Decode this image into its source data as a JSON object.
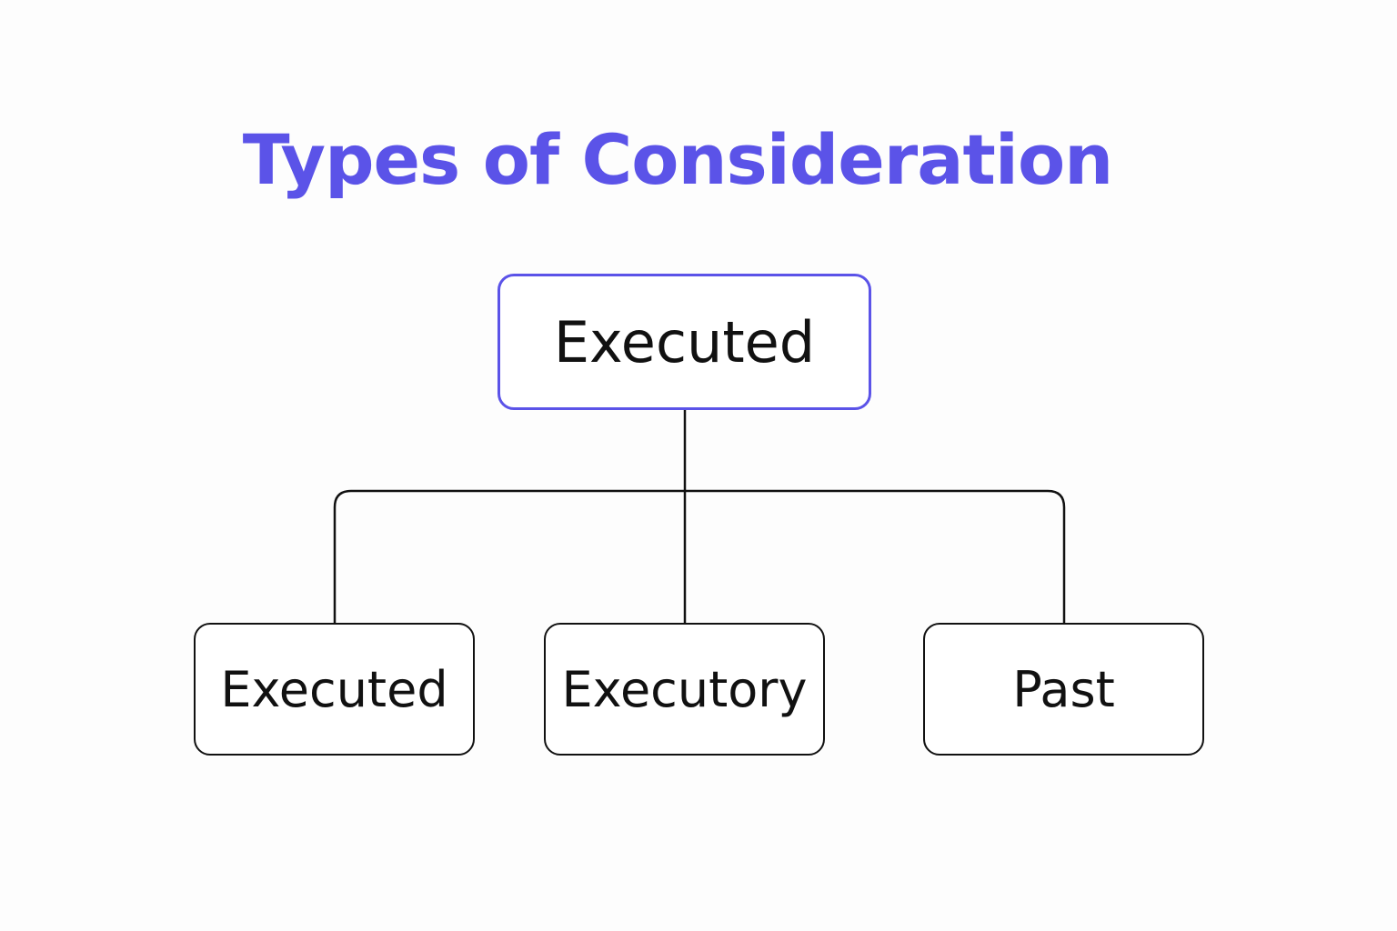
{
  "title": "Types of Consideration",
  "colors": {
    "accent": "#5b53e8",
    "line": "#111111",
    "background": "#fdfdfd"
  },
  "root": {
    "label": "Executed"
  },
  "children": [
    {
      "label": "Executed"
    },
    {
      "label": "Executory"
    },
    {
      "label": "Past"
    }
  ]
}
